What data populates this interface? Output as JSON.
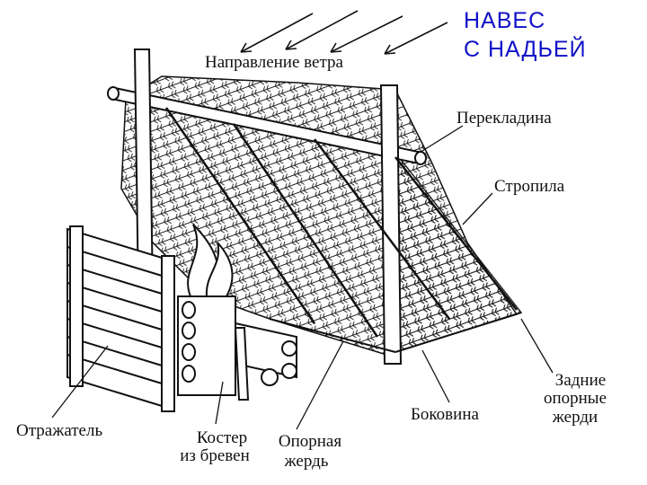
{
  "title": {
    "line1": "НАВЕС",
    "line2": "С НАДЬЕЙ"
  },
  "labels": {
    "wind": "Направление ветра",
    "crossbar": "Перекладина",
    "rafters": "Стропила",
    "side": "Боковина",
    "rear_poles": [
      "Задние",
      "опорные",
      "жерди"
    ],
    "reflector": "Отражатель",
    "fire": [
      "Костер",
      "из бревен"
    ],
    "support_pole": [
      "Опорная",
      "жердь"
    ]
  },
  "colors": {
    "title": "#1010c8",
    "ink": "#111111"
  }
}
